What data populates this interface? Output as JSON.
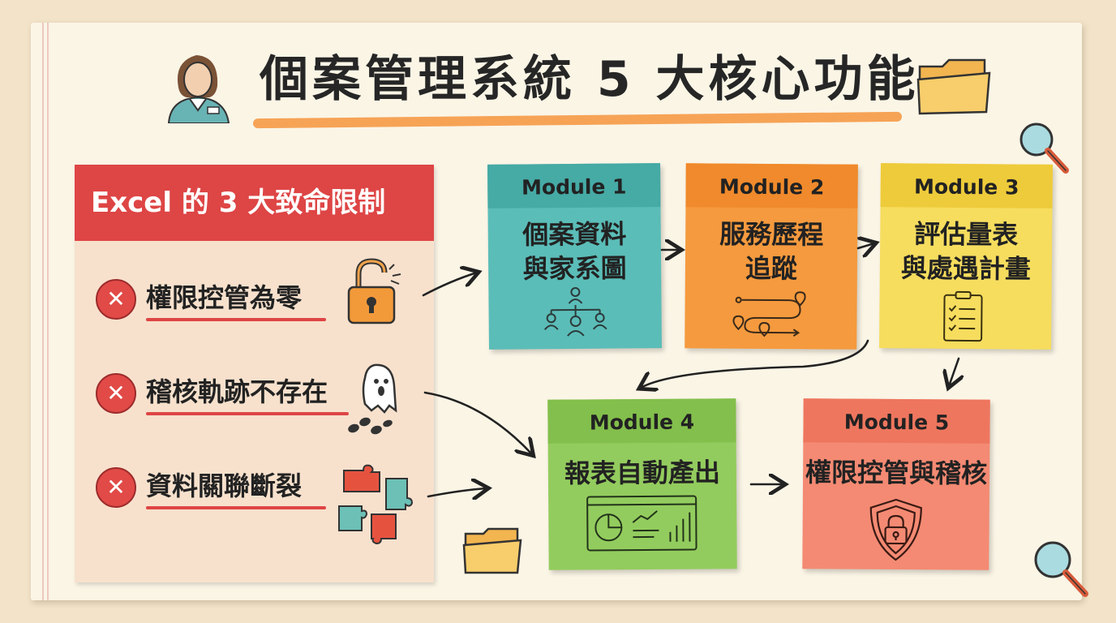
{
  "title": "個案管理系統 5 大核心功能",
  "excel_panel": {
    "header": "Excel 的 3 大致命限制",
    "items": [
      {
        "icon": "x-icon",
        "text": "權限控管為零",
        "illustration": "unlocked-padlock-icon"
      },
      {
        "icon": "x-icon",
        "text": "稽核軌跡不存在",
        "illustration": "ghost-footprints-icon"
      },
      {
        "icon": "x-icon",
        "text": "資料關聯斷裂",
        "illustration": "puzzle-pieces-icon"
      }
    ]
  },
  "modules": [
    {
      "label": "Module 1",
      "line1": "個案資料",
      "line2": "與家系圖",
      "icon": "family-tree-icon",
      "color": "#5bbdb8",
      "head_color": "#46aaa5"
    },
    {
      "label": "Module 2",
      "line1": "服務歷程",
      "line2": "追蹤",
      "icon": "route-tracking-icon",
      "color": "#f59a3e",
      "head_color": "#f08a2c"
    },
    {
      "label": "Module 3",
      "line1": "評估量表",
      "line2": "與處遇計畫",
      "icon": "clipboard-checklist-icon",
      "color": "#f6dd5e",
      "head_color": "#eecb3b"
    },
    {
      "label": "Module 4",
      "line1": "報表自動產出",
      "line2": "",
      "icon": "report-dashboard-icon",
      "color": "#93cc5e",
      "head_color": "#83bf4c"
    },
    {
      "label": "Module 5",
      "line1": "權限控管與稽核",
      "line2": "",
      "icon": "security-shield-icon",
      "color": "#f48a73",
      "head_color": "#ee765e"
    }
  ],
  "decor": [
    "caseworker-avatar-icon",
    "folder-icon",
    "magnifier-icon"
  ]
}
